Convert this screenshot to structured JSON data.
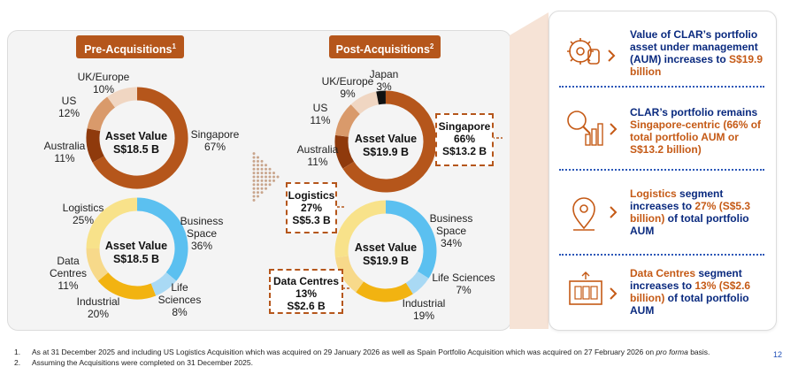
{
  "pre": {
    "tab_title": "Pre-Acquisitions",
    "tab_sup": "1",
    "geo": {
      "center_title": "Asset Value",
      "center_value": "S$18.5 B",
      "segments": [
        {
          "name": "Singapore",
          "pct": "67%",
          "value": 67,
          "color": "#b5561b"
        },
        {
          "name": "Australia",
          "pct": "11%",
          "value": 11,
          "color": "#8f3a0c"
        },
        {
          "name": "US",
          "pct": "12%",
          "value": 12,
          "color": "#d99a6b"
        },
        {
          "name": "UK/Europe",
          "pct": "10%",
          "value": 10,
          "color": "#f0d6c2"
        }
      ]
    },
    "sector": {
      "center_title": "Asset Value",
      "center_value": "S$18.5 B",
      "segments": [
        {
          "name": "Business Space",
          "line1": "Business",
          "line2": "Space",
          "pct": "36%",
          "value": 36,
          "color": "#5bc0f0"
        },
        {
          "name": "Life Sciences",
          "line1": "Life",
          "line2": "Sciences",
          "pct": "8%",
          "value": 8,
          "color": "#a9d9f4"
        },
        {
          "name": "Industrial",
          "pct": "20%",
          "value": 20,
          "color": "#f2b311"
        },
        {
          "name": "Data Centres",
          "line1": "Data",
          "line2": "Centres",
          "pct": "11%",
          "value": 11,
          "color": "#f7d98a"
        },
        {
          "name": "Logistics",
          "pct": "25%",
          "value": 25,
          "color": "#f8e28a"
        }
      ]
    }
  },
  "post": {
    "tab_title": "Post-Acquisitions",
    "tab_sup": "2",
    "geo": {
      "center_title": "Asset Value",
      "center_value": "S$19.9 B",
      "segments": [
        {
          "name": "Singapore",
          "pct": "66%",
          "value": 66,
          "color": "#b5561b"
        },
        {
          "name": "Australia",
          "pct": "11%",
          "value": 11,
          "color": "#8f3a0c"
        },
        {
          "name": "US",
          "pct": "11%",
          "value": 11,
          "color": "#d99a6b"
        },
        {
          "name": "UK/Europe",
          "pct": "9%",
          "value": 9,
          "color": "#f0d6c2"
        },
        {
          "name": "Japan",
          "pct": "3%",
          "value": 3,
          "color": "#111111"
        }
      ]
    },
    "sector": {
      "center_title": "Asset Value",
      "center_value": "S$19.9 B",
      "segments": [
        {
          "name": "Business Space",
          "line1": "Business",
          "line2": "Space",
          "pct": "34%",
          "value": 34,
          "color": "#5bc0f0"
        },
        {
          "name": "Life Sciences",
          "pct": "7%",
          "value": 7,
          "color": "#a9d9f4"
        },
        {
          "name": "Industrial",
          "pct": "19%",
          "value": 19,
          "color": "#f2b311"
        },
        {
          "name": "Data Centres",
          "pct": "13%",
          "value": 13,
          "color": "#f7d98a"
        },
        {
          "name": "Logistics",
          "pct": "27%",
          "value": 27,
          "color": "#f8e28a"
        }
      ]
    },
    "callouts": {
      "singapore": {
        "title": "Singapore",
        "pct": "66%",
        "value": "S$13.2 B"
      },
      "logistics": {
        "title": "Logistics",
        "pct": "27%",
        "value": "S$5.3 B"
      },
      "datacentres": {
        "title": "Data Centres",
        "pct": "13%",
        "value": "S$2.6 B"
      }
    }
  },
  "info": [
    {
      "icon": "money-gear-icon",
      "parts": [
        {
          "t": "Value of CLAR’s portfolio asset under management (AUM) increases to ",
          "c": "navy"
        },
        {
          "t": "S$19.9 billion",
          "c": "orange"
        }
      ]
    },
    {
      "icon": "magnifier-chart-icon",
      "parts": [
        {
          "t": "CLAR’s portfolio remains ",
          "c": "navy"
        },
        {
          "t": "Singapore-centric (66% of total portfolio AUM or S$13.2 billion)",
          "c": "orange"
        }
      ]
    },
    {
      "icon": "location-pin-icon",
      "parts": [
        {
          "t": "Logistics",
          "c": "orange"
        },
        {
          "t": " segment increases to ",
          "c": "navy"
        },
        {
          "t": "27% (S$5.3 billion)",
          "c": "orange"
        },
        {
          "t": " of total portfolio AUM",
          "c": "navy"
        }
      ]
    },
    {
      "icon": "data-centre-icon",
      "parts": [
        {
          "t": "Data Centres",
          "c": "orange"
        },
        {
          "t": " segment increases to ",
          "c": "navy"
        },
        {
          "t": "13% (S$2.6 billion)",
          "c": "orange"
        },
        {
          "t": " of total portfolio AUM",
          "c": "navy"
        }
      ]
    }
  ],
  "footnotes": [
    {
      "num": "1.",
      "text_a": "As at 31 December 2025 and including US Logistics Acquisition which was acquired on 29 January 2026 as well as Spain Portfolio Acquisition which was acquired on 27 February 2026 on ",
      "text_italic": "pro forma",
      "text_b": " basis."
    },
    {
      "num": "2.",
      "text_a": "Assuming the Acquisitions were completed on 31 December 2025.",
      "text_italic": "",
      "text_b": ""
    }
  ],
  "page_number": "12",
  "colors": {
    "accent": "#b5561b",
    "navy": "#0a2a7f"
  }
}
